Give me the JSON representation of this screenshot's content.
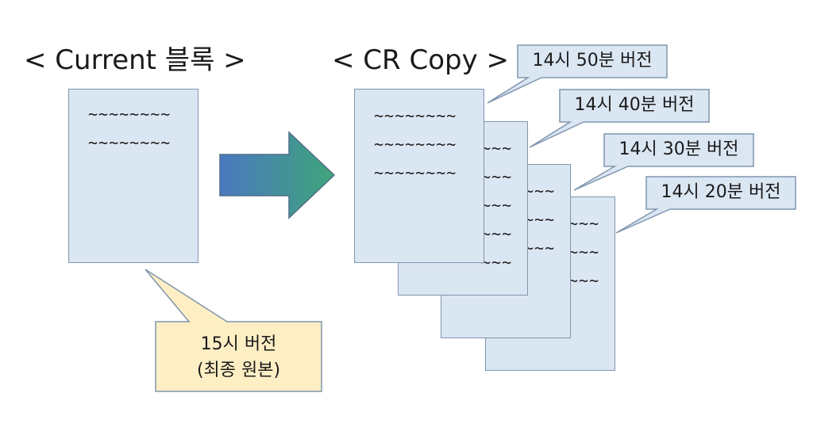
{
  "current": {
    "heading": "< Current 블록 >",
    "doc_lines": [
      "~~~~~~~~",
      "~~~~~~~~"
    ],
    "callout_line1": "15시 버전",
    "callout_line2": "(최종 원본)"
  },
  "copy": {
    "heading": "< CR Copy >",
    "front_lines": [
      "~~~~~~~~",
      "~~~~~~~~",
      "~~~~~~~~"
    ],
    "back_lines": [
      "~~~",
      "~~~",
      "~~~",
      "~~~",
      "~~~"
    ],
    "versions": [
      {
        "label": "14시 50분 버전"
      },
      {
        "label": "14시 40분 버전"
      },
      {
        "label": "14시 30분 버전"
      },
      {
        "label": "14시 20분 버전"
      }
    ]
  },
  "colors": {
    "doc_fill": "#dbe6f3",
    "doc_border": "#7f95ad",
    "current_callout_fill": "#fdeec4",
    "version_callout_fill": "#dbe6f3",
    "arrow_start": "#4a78c0",
    "arrow_end": "#3fa57a"
  }
}
